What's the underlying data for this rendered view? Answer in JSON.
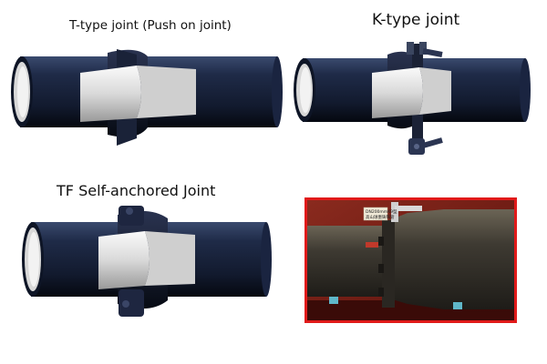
{
  "labels": {
    "t_type": "T-type  joint  (Push on joint)",
    "k_type": "K-type joint",
    "tf_type": "TF Self-anchored Joint"
  },
  "photo": {
    "tag_line1": "DN200mmK9型",
    "tag_line2": "高山球墨铸铁管"
  },
  "colors": {
    "pipe": "#1c2742",
    "lining": "#e6e6e6",
    "frame": "#e11a1a"
  }
}
